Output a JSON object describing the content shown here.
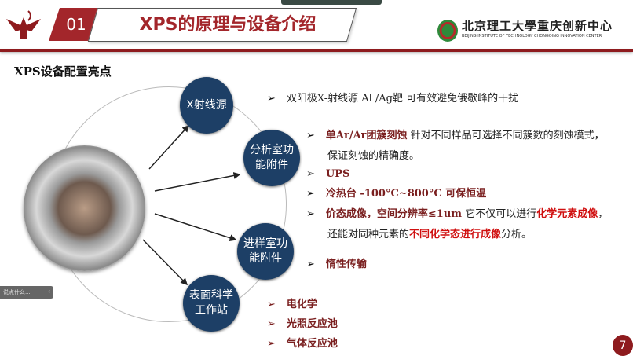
{
  "header": {
    "section_number": "01",
    "title": "XPS的原理与设备介绍",
    "university_cn": "北京理工大學重庆创新中心",
    "university_en": "BEIJING INSTITUTE OF TECHNOLOGY CHONGQING INNOVATION CENTER"
  },
  "subtitle": "XPS设备配置亮点",
  "nodes": [
    "X射线源",
    "分析室功能附件",
    "进样室功能附件",
    "表面科学工作站"
  ],
  "bullets": {
    "xray": {
      "a": "双阳极X-射线源   Al /Ag靶 可有效避免俄歇峰的干扰"
    },
    "analysis": [
      {
        "hl": "单Ar/Ar团簇刻蚀",
        "text": " 针对不同样品可选择不同簇数的刻蚀模式，",
        "cont": "保证刻蚀的精确度。"
      },
      {
        "hl": "UPS"
      },
      {
        "hl": "冷热台 -100°C~800°C 可保恒温"
      },
      {
        "hl": "价态成像，空间分辨率≤1um",
        "text": " 它不仅可以进行",
        "red": "化学元素成像",
        "tail": "，",
        "cont": "还能对同种元素的",
        "red2": "不同化学态进行成像",
        "cont2": "分析。"
      }
    ],
    "load": {
      "a": "惰性传输"
    },
    "surface": [
      "电化学",
      "光照反应池",
      "气体反应池"
    ]
  },
  "overlay": {
    "chat_placeholder": "说点什么...",
    "chat_toggle": "‹"
  },
  "page_number": "7"
}
